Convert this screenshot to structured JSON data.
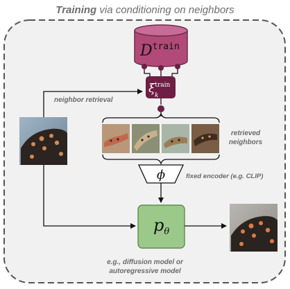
{
  "title": {
    "bold": "Training",
    "rest": " via conditioning on neighbors"
  },
  "database": {
    "symbol": "D",
    "superscript": "train"
  },
  "retrieval_module": {
    "symbol": "ξ",
    "superscript": "train",
    "subscript": "k"
  },
  "labels": {
    "neighbor_retrieval": "neighbor retrieval",
    "retrieved_neighbors_line1": "retrieved",
    "retrieved_neighbors_line2": "neighbors",
    "fixed_encoder": "fixed encoder (e.g. CLIP)",
    "model_line1": "e.g., diffusion model or",
    "model_line2": "autoregressive model"
  },
  "encoder": {
    "symbol": "ϕ"
  },
  "model": {
    "symbol": "p",
    "subscript": "θ"
  },
  "colors": {
    "database": "#b14a78",
    "retrieval": "#6e1e45",
    "model": "#9bc98a",
    "background": "#f1f1f1"
  }
}
